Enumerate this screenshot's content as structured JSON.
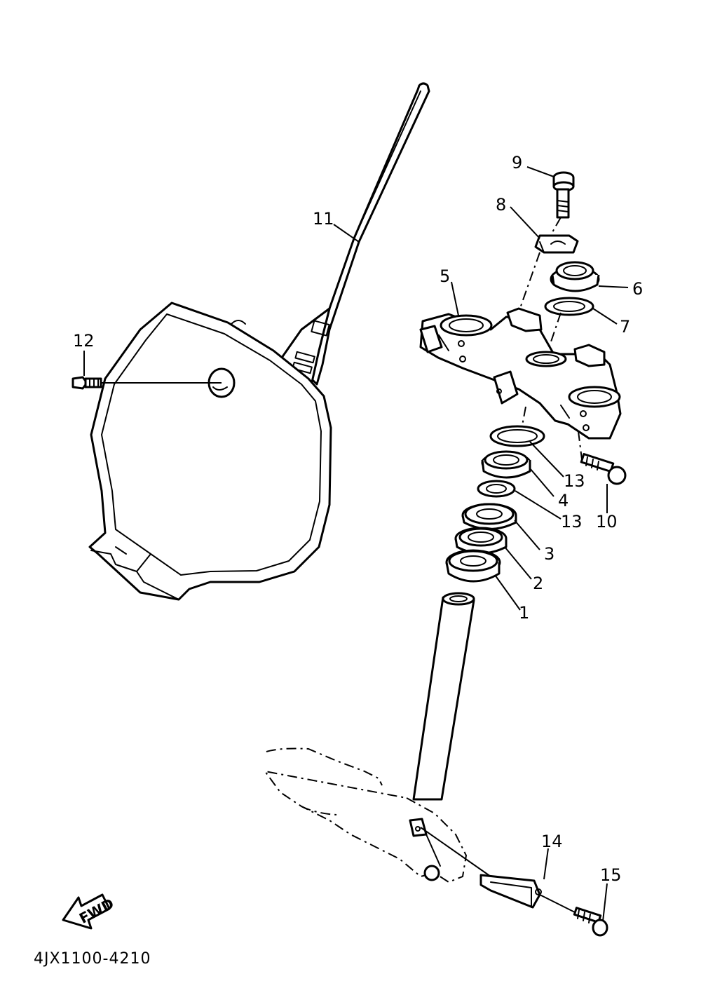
{
  "diagram_code": "4JX1100-4210",
  "fwd_label": "FWD",
  "callouts": {
    "c1": "1",
    "c2": "2",
    "c3": "3",
    "c4": "4",
    "c5": "5",
    "c6": "6",
    "c7": "7",
    "c8": "8",
    "c9": "9",
    "c10": "10",
    "c11": "11",
    "c12": "12",
    "c13a": "13",
    "c13b": "13",
    "c14": "14",
    "c15": "15"
  }
}
